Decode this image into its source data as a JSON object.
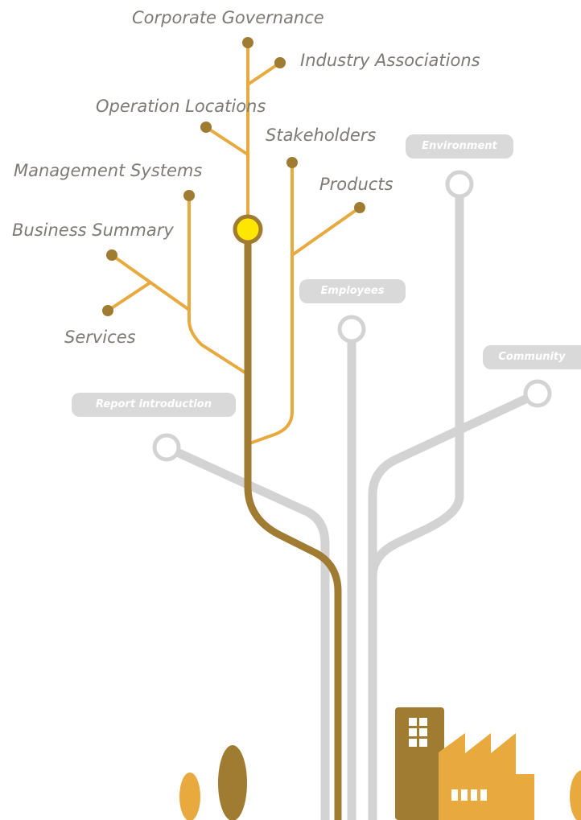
{
  "colors": {
    "gold_light": "#e8a93f",
    "gold_dark": "#a07c33",
    "highlight": "#ffe600",
    "gray": "#d3d3d3",
    "label_text": "#7d7a76"
  },
  "branches": {
    "corporate_governance": "Corporate Governance",
    "industry_associations": "Industry Associations",
    "operation_locations": "Operation Locations",
    "stakeholders": "Stakeholders",
    "management_systems": "Management Systems",
    "products": "Products",
    "business_summary": "Business Summary",
    "services": "Services"
  },
  "sections": {
    "environment": "Environment",
    "employees": "Employees",
    "community": "Community",
    "report_introduction": "Report introduction"
  },
  "icons": {
    "tree": "tree-icon",
    "office": "office-building-icon",
    "factory": "factory-icon"
  }
}
